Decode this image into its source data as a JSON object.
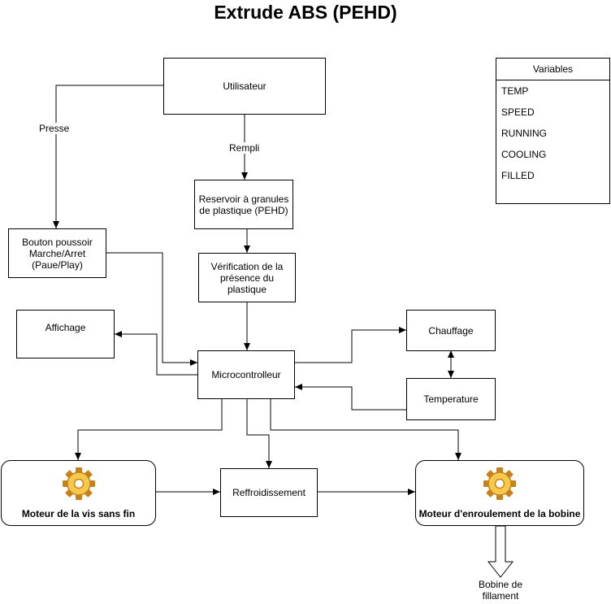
{
  "title": "Extrude ABS (PEHD)",
  "nodes": {
    "utilisateur": "Utilisateur",
    "reservoir": "Reservoir à granules de plastique (PEHD)",
    "verification": "Vérification de la présence du plastique",
    "bouton": "Bouton poussoir Marche/Arret (Paue/Play)",
    "affichage": "Affichage",
    "microcontroleur": "Microcontrolleur",
    "chauffage": "Chauffage",
    "temperature": "Temperature",
    "moteur_vis": "Moteur de la vis sans fin",
    "refroidissement": "Reffroidissement",
    "moteur_bobine": "Moteur d'enroulement de la bobine"
  },
  "edge_labels": {
    "presse": "Presse",
    "rempli": "Rempli"
  },
  "output": "Bobine de fillament",
  "variables": {
    "header": "Variables",
    "items": [
      "TEMP",
      "SPEED",
      "RUNNING",
      "COOLING",
      "FILLED"
    ]
  },
  "icons": {
    "motor": "gear-icon",
    "output": "hollow-down-arrow-icon"
  },
  "colors": {
    "gear_light": "#f7c94a",
    "gear_dark": "#c8801c",
    "line": "#000000"
  }
}
